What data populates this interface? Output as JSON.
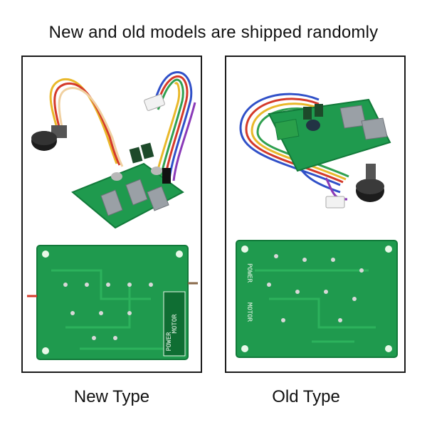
{
  "headline": "New and old models are shipped randomly",
  "panels": {
    "new": {
      "caption": "New Type",
      "board_labels": [
        "MOTOR",
        "POWER"
      ]
    },
    "old": {
      "caption": "Old Type",
      "board_labels": [
        "POWER",
        "MOTOR"
      ]
    }
  },
  "colors": {
    "pcb_green": "#1f9a4e",
    "pcb_dark": "#127a3a",
    "heatsink": "#9aa0a6",
    "wire_red": "#d43a2a",
    "wire_blue": "#3050c8",
    "wire_yellow": "#e9b82a",
    "knob": "#1c1c1c"
  }
}
